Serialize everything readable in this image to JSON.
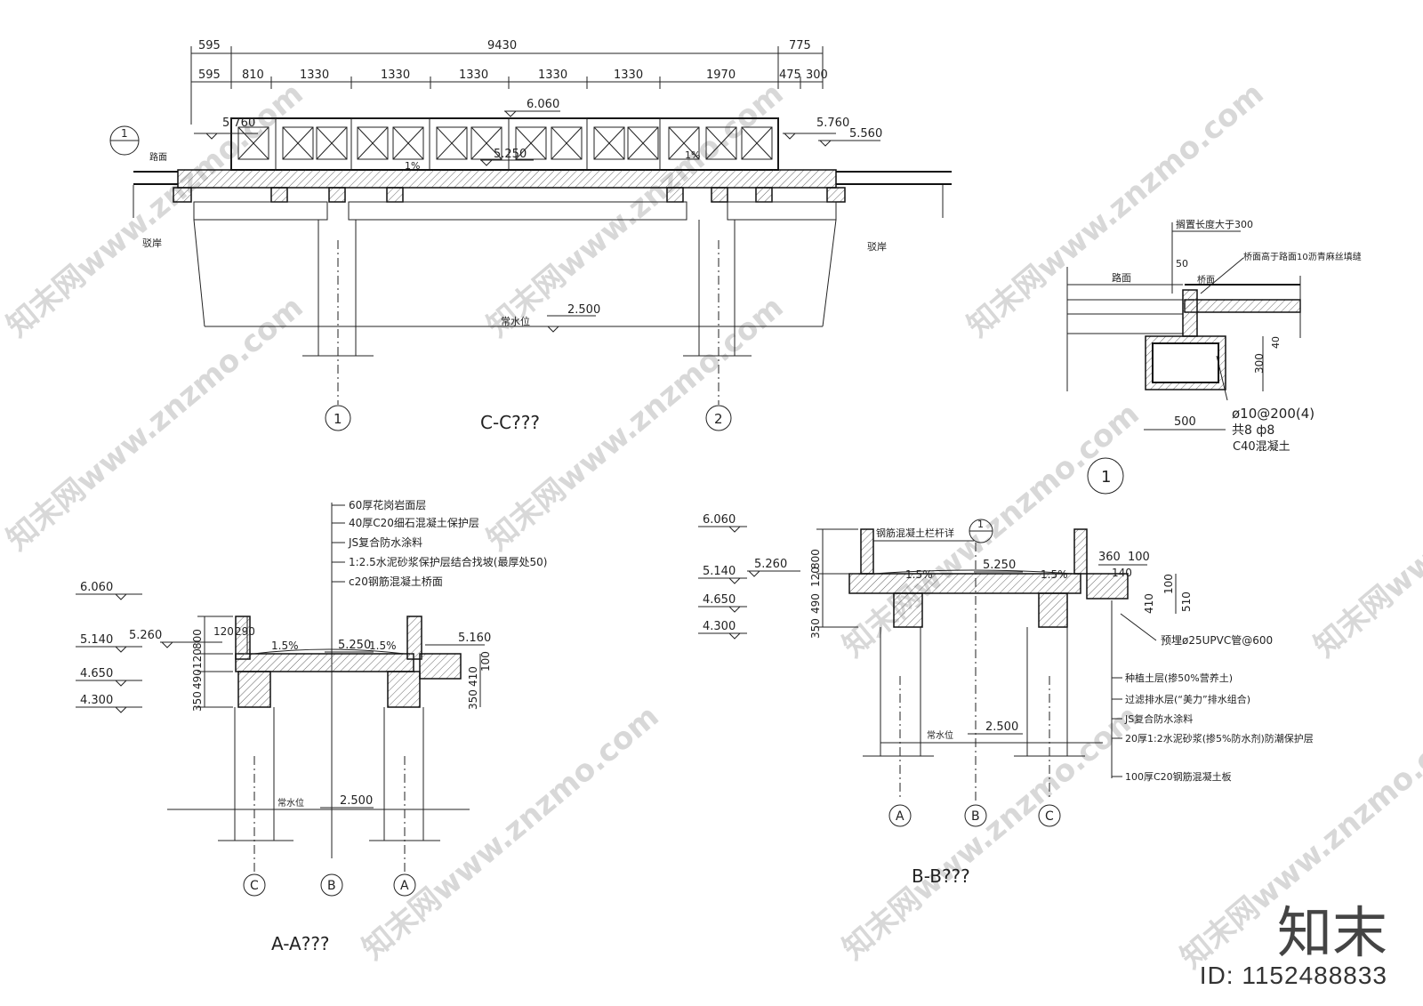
{
  "top_dims": [
    "595",
    "9430",
    "775"
  ],
  "sub_dims": [
    "595",
    "810",
    "1330",
    "1330",
    "1330",
    "1330",
    "1330",
    "1970",
    "475",
    "300"
  ],
  "levels": {
    "l6060": "6.060",
    "l5760": "5.760",
    "l5560": "5.560",
    "l5250": "5.250",
    "l2500": "2.500",
    "l5260": "5.260",
    "l5140": "5.140",
    "l4650": "4.650",
    "l4300": "4.300",
    "l5160": "5.160"
  },
  "labels": {
    "road": "路面",
    "bridge_face": "桥面",
    "abutment": "驳岸",
    "water_level": "常水位",
    "slope": "1%",
    "slope2": "1.5%",
    "axis1": "1",
    "axis2": "2",
    "axisA": "A",
    "axisB": "B",
    "axisC": "C",
    "detail_no": "1"
  },
  "titles": {
    "cc": "C-C???",
    "aa": "A-A???",
    "bb": "B-B???"
  },
  "detail": {
    "note_length": "搁置长度大于300",
    "note_gap": "桥面高于路面10沥青麻丝填缝",
    "d50": "50",
    "d40": "40",
    "d300": "300",
    "d500": "500",
    "rebar": "ø10@200(4)",
    "rebar2": "共8 ф8",
    "concrete": "C40混凝土"
  },
  "aa_layers": [
    "60厚花岗岩面层",
    "40厚C20细石混凝土保护层",
    "JS复合防水涂料",
    "1:2.5水泥砂浆保护层结合找坡(最厚处50)",
    "c20钢筋混凝土桥面"
  ],
  "aa_dims": {
    "d120": "120",
    "d290": "290",
    "d800": "800",
    "d120b": "120",
    "d490": "490",
    "d350": "350",
    "d100": "100",
    "d410": "410",
    "d350b": "350"
  },
  "bb_notes": {
    "railing": "钢筋混凝土栏杆详",
    "pipe": "预埋ø25UPVC管@600"
  },
  "bb_layers": [
    "种植土层(掺50%营养土)",
    "过滤排水层(“美力”排水组合)",
    "JS复合防水涂料",
    "20厚1:2水泥砂浆(掺5%防水剂)防潮保护层",
    "100厚C20钢筋混凝土板"
  ],
  "bb_dims": {
    "d360": "360",
    "d100": "100",
    "d140": "140",
    "d800": "800",
    "d120": "120",
    "d490": "490",
    "d350": "350",
    "d410": "410",
    "d100b": "100",
    "d510": "510"
  },
  "watermark": {
    "site": "知末网www.znzmo.com",
    "brand": "知末",
    "id": "ID: 1152488833"
  }
}
